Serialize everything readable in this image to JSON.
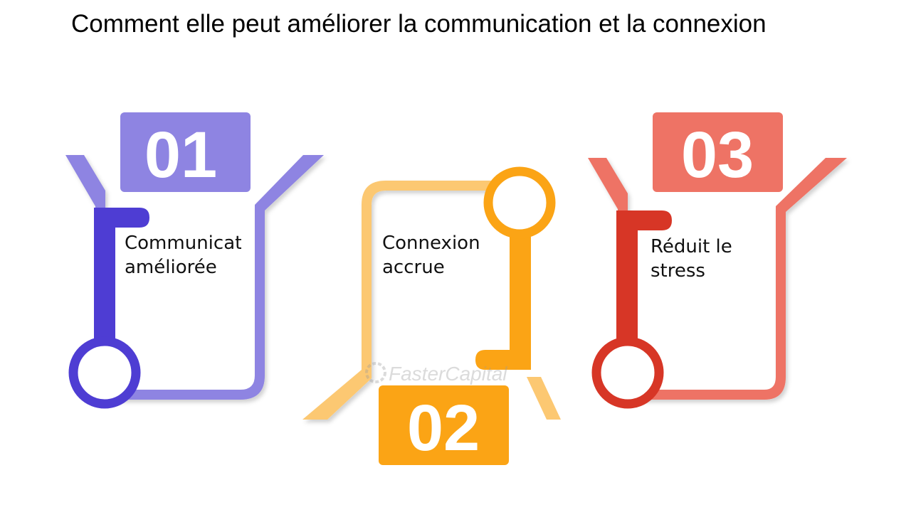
{
  "title": "Comment elle peut améliorer la communication et la connexion",
  "steps": [
    {
      "number": "01",
      "line1": "Communication",
      "line2": "améliorée",
      "color": "#8E84E2",
      "accent": "#4E3DD3"
    },
    {
      "number": "02",
      "line1": "Connexion",
      "line2": "accrue",
      "color": "#FCC872",
      "accent": "#FBA415"
    },
    {
      "number": "03",
      "line1": "Réduit le",
      "line2": "stress",
      "color": "#EE7365",
      "accent": "#D73626"
    }
  ],
  "watermark": "FasterCapital"
}
